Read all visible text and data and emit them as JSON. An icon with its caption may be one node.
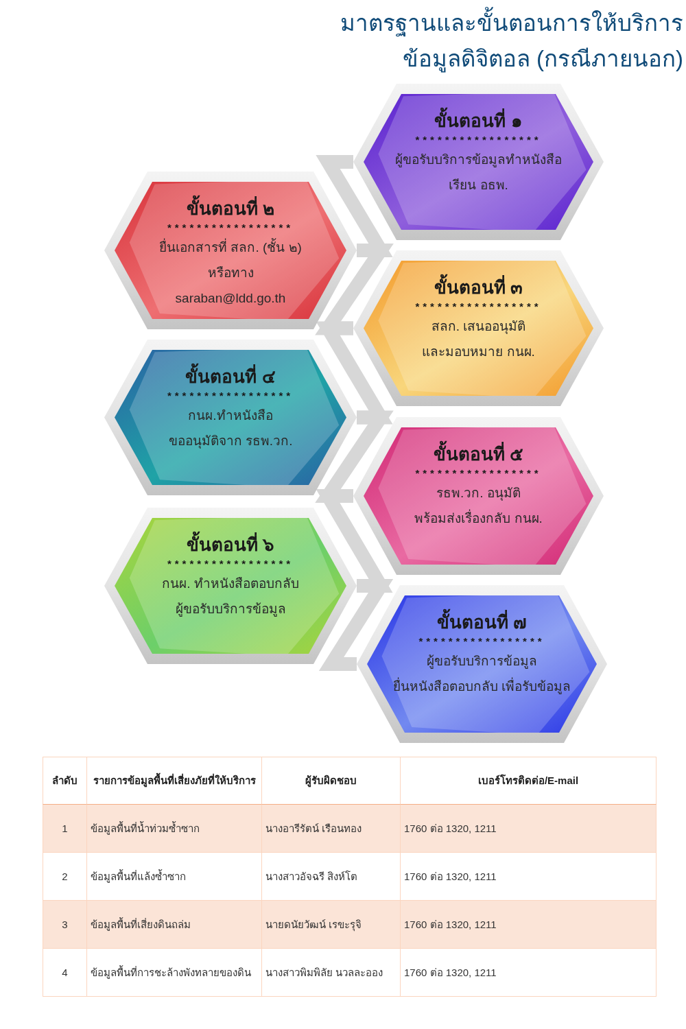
{
  "diagram": {
    "title": "มาตรฐานและขั้นตอนการให้บริการ ข้อมูลดิจิตอล (กรณีภายนอก)",
    "nodes": [
      {
        "text": [
          "ขั้นตอนที่ ๑",
          "*****************",
          "ผู้ขอรับบริการข้อมูลทำหนังสือ เรียน อธพ."
        ]
      },
      {
        "text": [
          "ขั้นตอนที่ ๒",
          "*****************",
          "ยื่นเอกสารที่ สลก. (ชั้น ๒) หรือทาง saraban@ldd.go.th"
        ]
      },
      {
        "text": [
          "ขั้นตอนที่ ๓",
          "*****************",
          "สลก. เสนออนุมัติ และมอบหมาย กนผ."
        ]
      },
      {
        "text": [
          "ขั้นตอนที่ ๔",
          "*****************",
          "กนผ.ทำหนังสือ ขออนุมัติจาก รธพ.วก."
        ]
      },
      {
        "text": [
          "ขั้นตอนที่ ๕",
          "*****************",
          "รธพ.วก. อนุมัติ พร้อมส่งเรื่องกลับ กนผ."
        ]
      },
      {
        "text": [
          "ขั้นตอนที่ ๖",
          "*****************",
          "กนผ. ทำหนังสือตอบกลับ ผู้ขอรับบริการข้อมูล"
        ]
      },
      {
        "text": [
          "ขั้นตอนที่ ๗",
          "*****************",
          "ผู้ขอรับบริการข้อมูล ยื่นหนังสือตอบกลับ เพื่อรับข้อมูล"
        ]
      }
    ],
    "edges": [
      {
        "from": 0,
        "to": 1,
        "arrow": "none"
      },
      {
        "from": 1,
        "to": 2,
        "arrow": "none"
      },
      {
        "from": 2,
        "to": 3,
        "arrow": "none"
      },
      {
        "from": 3,
        "to": 4,
        "arrow": "none"
      },
      {
        "from": 4,
        "to": 5,
        "arrow": "none"
      },
      {
        "from": 5,
        "to": 6,
        "arrow": "none"
      }
    ],
    "labels": [
      "ลำดับ",
      "รายการข้อมูลพื้นที่เสี่ยงภัยที่ให้บริการ",
      "ผู้รับผิดชอบ",
      "เบอร์โทรติดต่อ/E-mail",
      "1",
      "ข้อมูลพื้นที่น้ำท่วมซ้ำซาก",
      "นางอารีรัตน์ เรือนทอง",
      "1760 ต่อ 1320, 1211",
      "2",
      "ข้อมูลพื้นที่แล้งซ้ำซาก",
      "นางสาวอัจฉรี สิงห์โต",
      "1760 ต่อ 1320, 1211",
      "3",
      "ข้อมูลพื้นที่เสี่ยงดินถล่ม",
      "นายดนัยวัฒน์ เรขะรุจิ",
      "1760 ต่อ 1320, 1211",
      "4",
      "ข้อมูลพื้นที่การชะล้างพังทลายของดิน",
      "นางสาวพิมพิลัย นวลละออง",
      "1760 ต่อ 1320, 1211"
    ]
  }
}
